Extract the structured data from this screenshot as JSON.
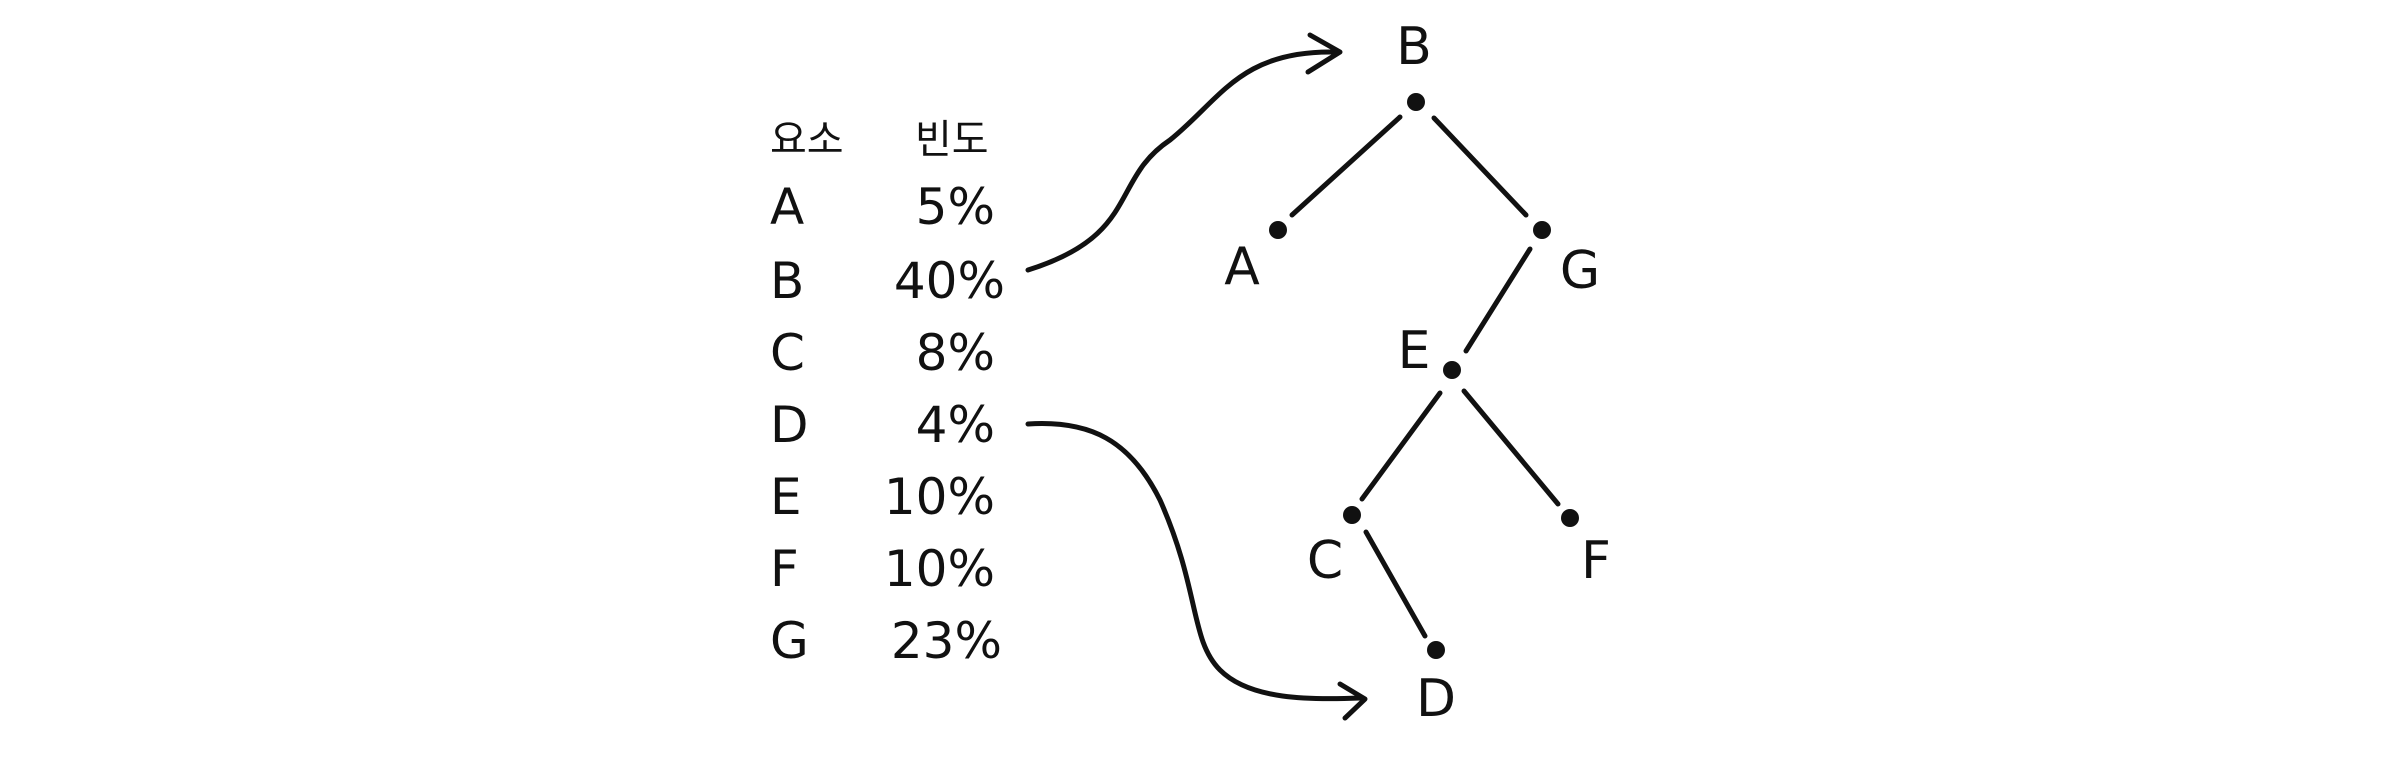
{
  "table": {
    "headers": {
      "element": "요소",
      "frequency": "빈도"
    },
    "rows": [
      {
        "element": "A",
        "frequency": "5%"
      },
      {
        "element": "B",
        "frequency": "40%"
      },
      {
        "element": "C",
        "frequency": "8%"
      },
      {
        "element": "D",
        "frequency": "4%"
      },
      {
        "element": "E",
        "frequency": "10%"
      },
      {
        "element": "F",
        "frequency": "10%"
      },
      {
        "element": "G",
        "frequency": "23%"
      }
    ]
  },
  "tree": {
    "nodes": [
      {
        "id": "B",
        "label": "B"
      },
      {
        "id": "A",
        "label": "A"
      },
      {
        "id": "G",
        "label": "G"
      },
      {
        "id": "E",
        "label": "E"
      },
      {
        "id": "C",
        "label": "C"
      },
      {
        "id": "F",
        "label": "F"
      },
      {
        "id": "D",
        "label": "D"
      }
    ],
    "edges": [
      {
        "from": "B",
        "to": "A"
      },
      {
        "from": "B",
        "to": "G"
      },
      {
        "from": "G",
        "to": "E"
      },
      {
        "from": "E",
        "to": "C"
      },
      {
        "from": "E",
        "to": "F"
      },
      {
        "from": "C",
        "to": "D"
      }
    ]
  },
  "arrows": [
    {
      "from_row": "B",
      "to_node": "B"
    },
    {
      "from_row": "D",
      "to_node": "D"
    }
  ]
}
